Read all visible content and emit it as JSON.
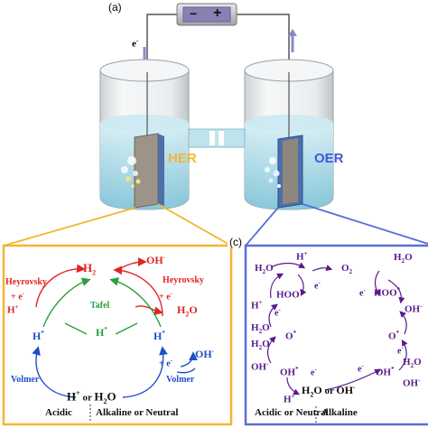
{
  "panel_a_label": "(a)",
  "panel_c_label": "(c)",
  "power": {
    "minus": "−",
    "plus": "+"
  },
  "electron_label": "e",
  "electron_sup": "-",
  "her": {
    "tag": "HER",
    "h2": "H",
    "h2_sub": "2",
    "heyrovsky_left": "Heyrovsky",
    "plus_e_left": "+ e",
    "h_plus_far_left": "H",
    "heyrovsky_right": "Heyrovsky",
    "plus_e_right": "+ e",
    "oh_top": "OH",
    "h2o_right": "H",
    "h2o_right_sub": "2",
    "h2o_right_tail": "O",
    "tafel": "Tafel",
    "h_star_left": "H",
    "h_star_mid": "H",
    "h_star_right": "H",
    "plus_e_bottom": "+ e",
    "oh_bottom": "OH",
    "volmer_left": "Volmer",
    "volmer_right": "Volmer",
    "h_plus_or": "H",
    "or_word": " or ",
    "h2o_bottom": "H",
    "h2o_bottom_sub": "2",
    "h2o_bottom_tail": "O",
    "acidic": "Acidic",
    "alkaline": "Alkaline or Neutral"
  },
  "oer": {
    "tag": "OER",
    "h_plus_top": "H",
    "o2": "O",
    "o2_sub": "2",
    "h2o_top_left": "H",
    "h2o_top_left_sub": "2",
    "h2o_top_left_tail": "O",
    "h2o_top_right": "H",
    "h2o_top_right_sub": "2",
    "h2o_top_right_tail": "O",
    "e_tl": "e",
    "e_tr": "e",
    "hoo_left": "HOO",
    "hoo_right": "HOO",
    "h_plus_left": "H",
    "e_mid_left": "e",
    "oh_right_top": "OH",
    "h2o_left_mid": "H",
    "h2o_left_mid_sub": "2",
    "h2o_left_mid_tail": "O",
    "o_left": "O",
    "o_right": "O",
    "h2o_left_low": "H",
    "h2o_left_low_sub": "2",
    "h2o_left_low_tail": "O",
    "e_mid_right": "e",
    "h2o_right_low": "H",
    "h2o_right_low_sub": "2",
    "h2o_right_low_tail": "O",
    "oh_left": "OH",
    "oh_star_left": "OH",
    "oh_star_right": "OH",
    "oh_right": "OH",
    "e_low_left": "e",
    "e_low_right": "e",
    "h_plus_bottom": "H",
    "h2o_bottom": "H",
    "h2o_bottom_sub": "2",
    "h2o_bottom_tail": "O",
    "or_word": " or ",
    "oh_bottom": "OH",
    "acidic": "Acidic or Neutral",
    "alkaline": "Alkaline"
  },
  "colors": {
    "her_box": "#f2b632",
    "oer_box": "#5a6fd6",
    "red": "#e02525",
    "green": "#27a03a",
    "blue": "#1e4fc7",
    "purple": "#5a1a8c",
    "water": "#a9dbe9"
  }
}
